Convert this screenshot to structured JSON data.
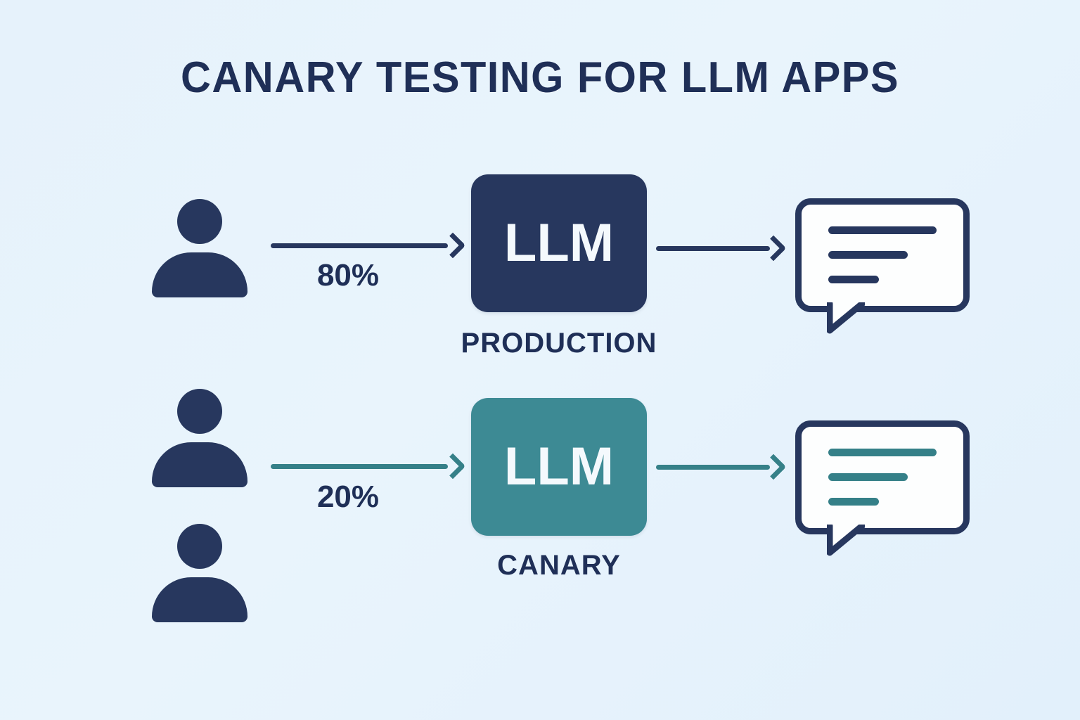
{
  "page": {
    "title": "CANARY TESTING FOR LLM APPS",
    "background_color": "#e9f4fc",
    "navy_color": "#27375e",
    "teal_color": "#3d8a94",
    "text_color": "#1f2f57"
  },
  "diagram": {
    "type": "flow-diagram",
    "rows": [
      {
        "id": "production",
        "users_icon": "user-icon",
        "user_count": 1,
        "traffic_label": "80%",
        "arrow_in_color": "#27375e",
        "node_label": "LLM",
        "node_caption": "PRODUCTION",
        "node_color": "#27375e",
        "arrow_out_color": "#27375e",
        "response_icon": "speech-bubble-icon",
        "response_line_color": "#27375e",
        "response_lines": 3
      },
      {
        "id": "canary",
        "users_icon": "user-icon",
        "user_count": 2,
        "traffic_label": "20%",
        "arrow_in_color": "#358088",
        "node_label": "LLM",
        "node_caption": "CANARY",
        "node_color": "#3d8a94",
        "arrow_out_color": "#358088",
        "response_icon": "speech-bubble-icon",
        "response_line_color": "#358088",
        "response_lines": 3
      }
    ]
  }
}
